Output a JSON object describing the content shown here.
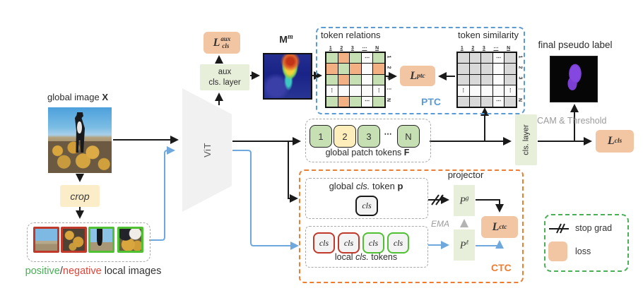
{
  "colors": {
    "ptc-blue": "#5b9bd5",
    "ctc-orange": "#ed7d31",
    "legend-green": "#4bae58",
    "loss-fill": "#f2c5a3",
    "box-green": "#e7efda",
    "token-green": "#c6e0b4",
    "token-orange": "#f2b083",
    "token-yellow": "#fdeebc",
    "grid-gray": "#d9d9d9",
    "arrow-blue": "#6fa8dc",
    "chip-red": "#c0392b",
    "chip-green": "#4fc132",
    "positive-green": "#4bae58",
    "negative-red": "#e04438",
    "crop-yellow": "#fcedc9",
    "muted-gray": "#9b9b9b"
  },
  "global_input": {
    "label": "global image",
    "label_bold": "X",
    "crop": "crop",
    "caption_positive": "positive",
    "caption_slash": "/",
    "caption_negative": "negative",
    "caption_rest": "local images"
  },
  "vit": {
    "label": "ViT"
  },
  "aux": {
    "line1": "aux",
    "line2": "cls. layer",
    "loss_main": "L",
    "loss_sup": "aux",
    "loss_sub": "cls"
  },
  "heatmap": {
    "label_main": "M",
    "label_sup": "m"
  },
  "ptc": {
    "tag": "PTC",
    "relations_title": "token relations",
    "similarity_title": "token similarity",
    "loss_main": "L",
    "loss_sub": "ptc",
    "col_labels": [
      "1",
      "2",
      "3",
      "⋯",
      "N"
    ],
    "row_labels": [
      "1",
      "2",
      "3",
      "⋮",
      "N"
    ],
    "relations_cells": [
      "g",
      "o",
      "g",
      "wh",
      "g",
      "o",
      "g",
      "o",
      "w",
      "o",
      "g",
      "o",
      "g",
      "w",
      "g",
      "wv",
      "w",
      "w",
      "w",
      "wv",
      "g",
      "o",
      "g",
      "wh",
      "g"
    ],
    "similarity_cells": [
      "d",
      "d",
      "d",
      "wh",
      "d",
      "d",
      "d",
      "d",
      "w",
      "d",
      "d",
      "d",
      "d",
      "w",
      "d",
      "wv",
      "w",
      "w",
      "w",
      "wv",
      "d",
      "d",
      "d",
      "wh",
      "d"
    ]
  },
  "patch_tokens": {
    "t1": "1",
    "t2": "2",
    "t3": "3",
    "dots": "⋯",
    "tn": "N",
    "caption": "global patch tokens",
    "caption_bold": "F"
  },
  "cls_head": {
    "layer_label": "cls. layer",
    "cam_label": "CAM & Threshold",
    "loss_main": "L",
    "loss_sub": "cls",
    "pseudo_title": "final pseudo label"
  },
  "ctc": {
    "tag": "CTC",
    "projector": "projector",
    "global_pre": "global",
    "global_italic": "cls.",
    "global_mid": "token",
    "global_bold": "p",
    "global_chip": "cls",
    "local_chips": [
      "cls",
      "cls",
      "cls",
      "cls"
    ],
    "local_pre": "local",
    "local_italic": "cls.",
    "local_post": "tokens",
    "proj_global_main": "P",
    "proj_global_sup": "g",
    "proj_local_main": "P",
    "proj_local_sup": "ℓ",
    "ema": "EMA",
    "loss_main": "L",
    "loss_sub": "ctc"
  },
  "legend": {
    "stop_grad": "stop grad",
    "loss": "loss"
  }
}
